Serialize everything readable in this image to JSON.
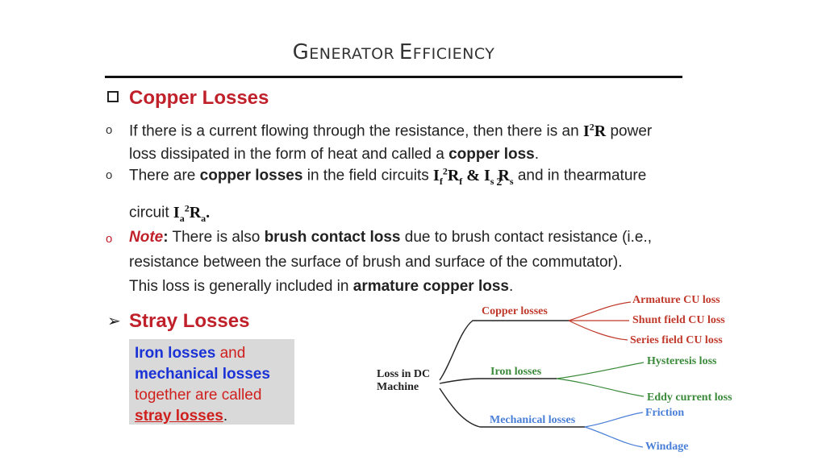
{
  "title": {
    "first_initial": "G",
    "first_rest": "ENERATOR",
    "second_initial": "E",
    "second_rest": "FFICIENCY"
  },
  "copper": {
    "heading": "Copper Losses",
    "b1_l1_text": "If there is a current flowing through the resistance, then there is an",
    "b1_l1_formula_base": "I",
    "b1_l1_formula_sup": "2",
    "b1_l1_formula_r": "R",
    "b1_l1_after": "power",
    "b1_l2_before": "loss dissipated in the form of heat and called a",
    "b1_l2_bold": "copper loss",
    "b1_l2_after": ".",
    "b2_l1_before": "There are",
    "b2_l1_bold": "copper losses",
    "b2_l1_mid": "in the field circuits",
    "b2_formula": {
      "i": "I",
      "f_sub": "f",
      "sup2": "2",
      "r": "R",
      "f_sub2": "f",
      "amp": "&",
      "i2": "I",
      "s_sub": "s",
      "r2": "R",
      "s_sub2": "s",
      "under2": "2"
    },
    "b2_l1_after": "and in thearmature",
    "b2_l2_before": "circuit",
    "b2_l2_formula": {
      "i": "I",
      "a_sub": "a",
      "sup2": "2",
      "r": "R",
      "a_sub2": "a",
      "dot": "."
    },
    "note_label": "Note",
    "note_colon": ":",
    "b3_l1_before": "There is also",
    "b3_l1_bold": "brush contact loss",
    "b3_l1_after": "due to brush contact resistance (i.e.,",
    "b3_l2": "resistance between the surface of brush and surface of the commutator).",
    "b3_l3_before": "This loss is generally included in",
    "b3_l3_bold": "armature copper loss",
    "b3_l3_after": "."
  },
  "stray": {
    "heading": "Stray Losses",
    "box_l1_blue": "Iron losses",
    "box_l1_red": "and",
    "box_l2_blue": "mechanical losses",
    "box_l3_red": "together are called",
    "box_l4_red": "stray losses",
    "box_l4_after": "."
  },
  "tree": {
    "root": [
      "Loss in DC",
      "Machine"
    ],
    "copper": {
      "label": "Copper losses",
      "color": "#c0392b",
      "leaves": [
        "Armature CU loss",
        "Shunt field CU loss",
        "Series field CU loss"
      ]
    },
    "iron": {
      "label": "Iron losses",
      "color": "#3a8a3a",
      "leaves": [
        "Hysteresis loss",
        "Eddy current loss"
      ]
    },
    "mechanical": {
      "label": "Mechanical losses",
      "color": "#4a7fd8",
      "leaves": [
        "Friction",
        "Windage"
      ]
    }
  }
}
